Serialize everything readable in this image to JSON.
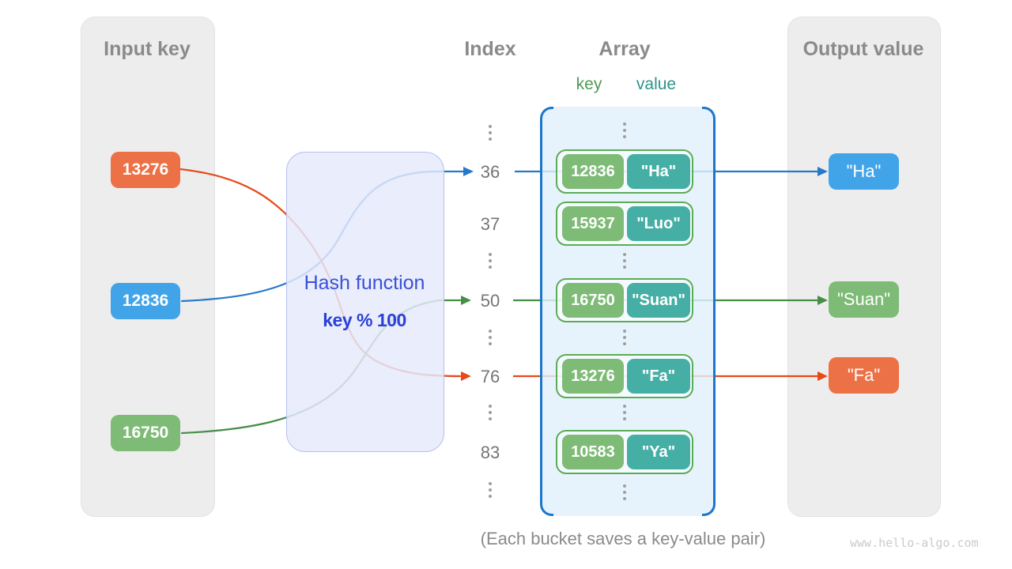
{
  "colors": {
    "panel_bg": "#ededee",
    "heading": "#8a8a8a",
    "index_text": "#757575",
    "caption": "#8a8a8a",
    "watermark": "#cbcbcb",
    "orange": "#ed7146",
    "blue": "#42a4e8",
    "green": "#7ebb76",
    "teal": "#45afa5",
    "line_orange": "#e64a19",
    "line_blue": "#2878c8",
    "line_green": "#478e47",
    "array_border": "#1d76c7",
    "pair_border": "#5cac55",
    "hash_text": "#3a50d8",
    "hash_text_bold": "#2b40d4",
    "label_key": "#4e9a50",
    "label_value": "#2e938a"
  },
  "input_panel": {
    "title": "Input key",
    "items": [
      {
        "label": "13276"
      },
      {
        "label": "12836"
      },
      {
        "label": "16750"
      }
    ]
  },
  "hash_box": {
    "line1": "Hash function",
    "line2": "key % 100"
  },
  "index_column": {
    "title": "Index",
    "values": [
      "36",
      "37",
      "50",
      "76",
      "83"
    ]
  },
  "array": {
    "title": "Array",
    "key_label": "key",
    "value_label": "value",
    "buckets": [
      {
        "key": "12836",
        "value": "\"Ha\""
      },
      {
        "key": "15937",
        "value": "\"Luo\""
      },
      {
        "key": "16750",
        "value": "\"Suan\""
      },
      {
        "key": "13276",
        "value": "\"Fa\""
      },
      {
        "key": "10583",
        "value": "\"Ya\""
      }
    ]
  },
  "output_panel": {
    "title": "Output value",
    "items": [
      {
        "label": "\"Ha\""
      },
      {
        "label": "\"Suan\""
      },
      {
        "label": "\"Fa\""
      }
    ]
  },
  "caption": "(Each bucket saves a key-value pair)",
  "watermark": "www.hello-algo.com"
}
